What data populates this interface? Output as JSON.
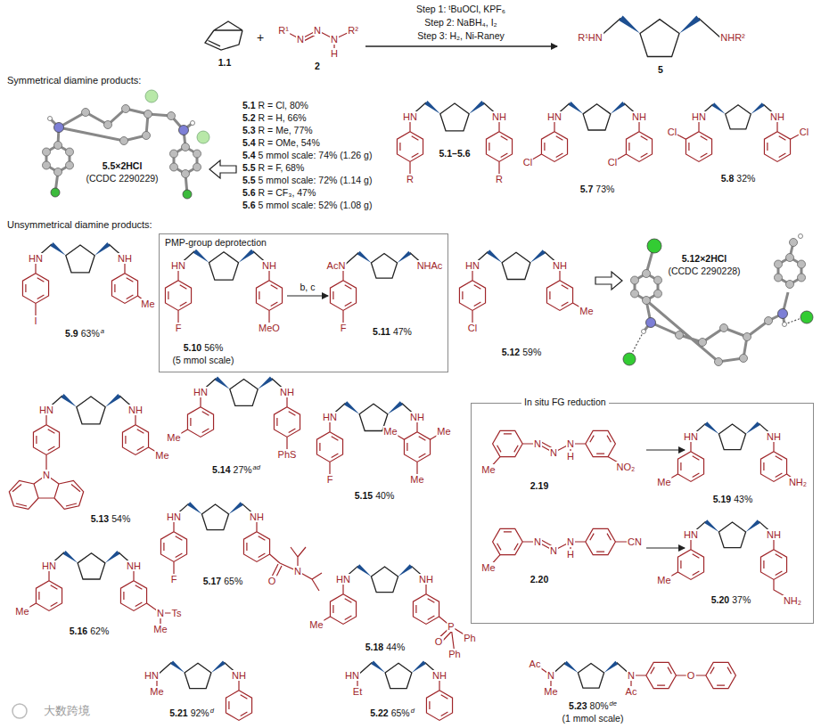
{
  "diagram": {
    "nodes": [
      {
        "text": [
          "PMP-group deprotection"
        ]
      },
      {
        "text": [
          "In situ FG reduction"
        ]
      }
    ],
    "labels": [
      "Step 1: ᵗBuOCl, KPF₆",
      "Step 2: NaBH₄, I₂",
      "Step 3: H₂, Ni-Raney",
      "1.1",
      "+",
      "R¹",
      "N",
      "N",
      "N",
      "H",
      "R²",
      "2",
      "R¹HN",
      "NHR²",
      "5",
      "Symmetrical diamine products:",
      "5.5×2HCl",
      "(CCDC 2290229)",
      "5.1",
      "R = Cl, 80%",
      "5.2",
      "R = H, 66%",
      "5.3",
      "R = Me, 77%",
      "5.4",
      "R = OMe, 54%",
      "5.4",
      "5 mmol scale: 74% (1.26 g)",
      "5.5",
      "R = F, 68%",
      "5.5",
      "5 mmol scale: 72% (1.14 g)",
      "5.6",
      "R = CF₃, 47%",
      "5.6",
      "5 mmol scale: 52% (1.08 g)",
      "HN",
      "NH",
      "R",
      "R",
      "5.1–5.6",
      "HN",
      "NH",
      "Cl",
      "Cl",
      "5.7",
      "73%",
      "HN",
      "NH",
      "Cl",
      "Cl",
      "5.8",
      "32%",
      "Unsymmetrical diamine products:",
      "HN",
      "NH",
      "I",
      "Me",
      "5.9",
      "63%",
      "a",
      "HN",
      "NH",
      "F",
      "MeO",
      "5.10",
      "56%",
      "(5 mmol scale)",
      "b, c",
      "AcN",
      "NHAc",
      "F",
      "5.11",
      "47%",
      "HN",
      "NH",
      "Cl",
      "Me",
      "5.12",
      "59%",
      "5.12×2HCl",
      "(CCDC 2290228)",
      "HN",
      "NH",
      "N",
      "Me",
      "5.13",
      "54%",
      "HN",
      "NH",
      "Me",
      "PhS",
      "5.14",
      "27%",
      "ad",
      "HN",
      "NH",
      "F",
      "Me",
      "Me",
      "Me",
      "5.15",
      "40%",
      "Me",
      "N",
      "N",
      "N",
      "H",
      "NO₂",
      "2.19",
      "HN",
      "NH",
      "Me",
      "NH₂",
      "5.19",
      "43%",
      "Me",
      "N",
      "N",
      "N",
      "H",
      "CN",
      "2.20",
      "HN",
      "NH",
      "Me",
      "NH₂",
      "5.20",
      "37%",
      "HN",
      "NH",
      "Me",
      "N",
      "Ts",
      "Me",
      "5.16",
      "62%",
      "HN",
      "NH",
      "F",
      "O",
      "N",
      "5.17",
      "65%",
      "HN",
      "NH",
      "Me",
      "P",
      "O",
      "Ph",
      "Ph",
      "5.18",
      "44%",
      "HN",
      "Me",
      "NH",
      "5.21",
      "92%",
      "d",
      "HN",
      "Et",
      "NH",
      "5.22",
      "65%",
      "d",
      "Ac",
      "N",
      "Me",
      "N",
      "Ac",
      "O",
      "5.23",
      "80%",
      "de",
      "(1 mmol scale)",
      "大数跨境"
    ]
  }
}
